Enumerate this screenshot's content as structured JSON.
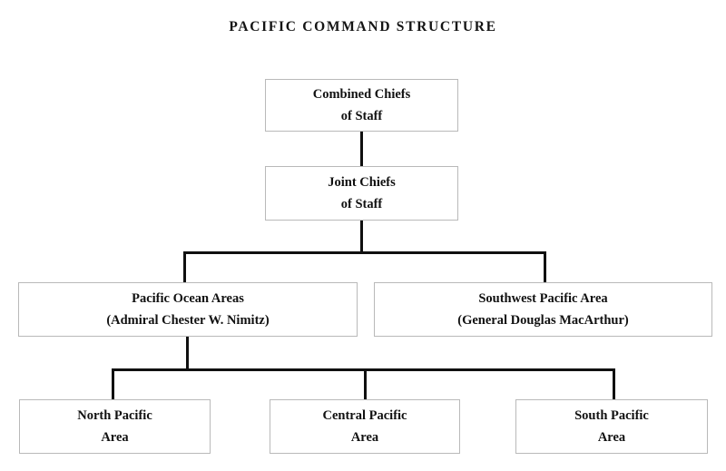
{
  "title": "PACIFIC COMMAND STRUCTURE",
  "nodes": {
    "combined_chiefs": {
      "line1": "Combined Chiefs",
      "line2": "of Staff"
    },
    "joint_chiefs": {
      "line1": "Joint Chiefs",
      "line2": "of Staff"
    },
    "pacific_ocean_areas": {
      "line1": "Pacific Ocean Areas",
      "line2": "(Admiral Chester W. Nimitz)"
    },
    "southwest_pacific_area": {
      "line1": "Southwest Pacific Area",
      "line2": "(General Douglas MacArthur)"
    },
    "north_pacific_area": {
      "line1": "North Pacific",
      "line2": "Area"
    },
    "central_pacific_area": {
      "line1": "Central Pacific",
      "line2": "Area"
    },
    "south_pacific_area": {
      "line1": "South Pacific",
      "line2": "Area"
    }
  },
  "colors": {
    "background": "#ffffff",
    "text": "#111111",
    "box_border": "#b9b9b9",
    "connector": "#101010"
  }
}
